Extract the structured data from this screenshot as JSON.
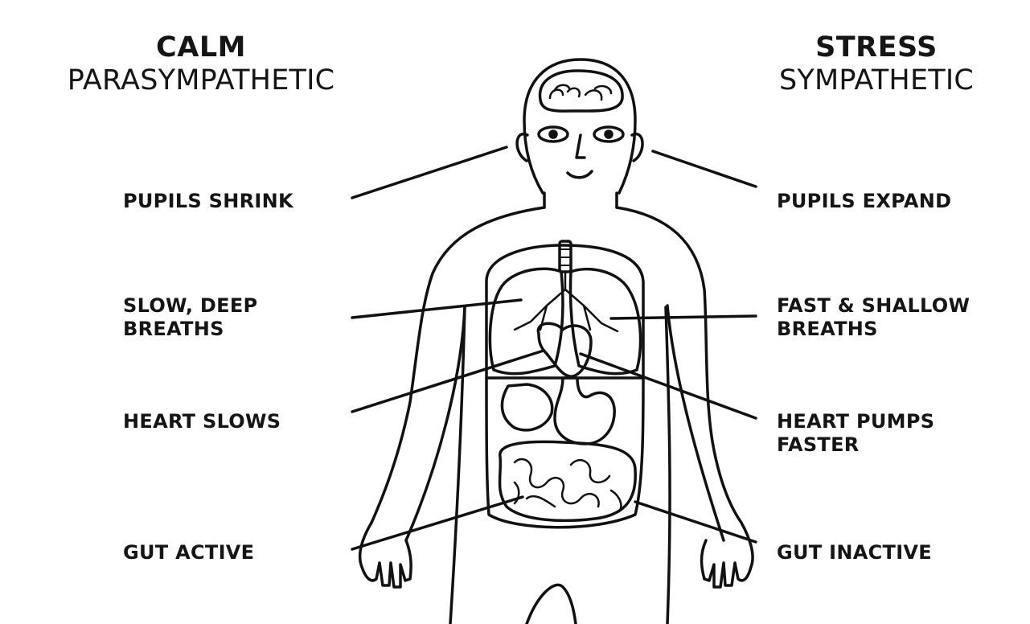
{
  "calm": {
    "title": "CALM",
    "subtitle": "PARASYMPATHETIC",
    "labels": {
      "pupils": "PUPILS SHRINK",
      "breath_1": "SLOW, DEEP",
      "breath_2": "BREATHS",
      "heart": "HEART SLOWS",
      "gut": "GUT ACTIVE"
    }
  },
  "stress": {
    "title": "STRESS",
    "subtitle": "SYMPATHETIC",
    "labels": {
      "pupils": "PUPILS EXPAND",
      "breath_1": "FAST & SHALLOW",
      "breath_2": "BREATHS",
      "heart_1": "HEART PUMPS",
      "heart_2": "FASTER",
      "gut": "GUT INACTIVE"
    }
  }
}
